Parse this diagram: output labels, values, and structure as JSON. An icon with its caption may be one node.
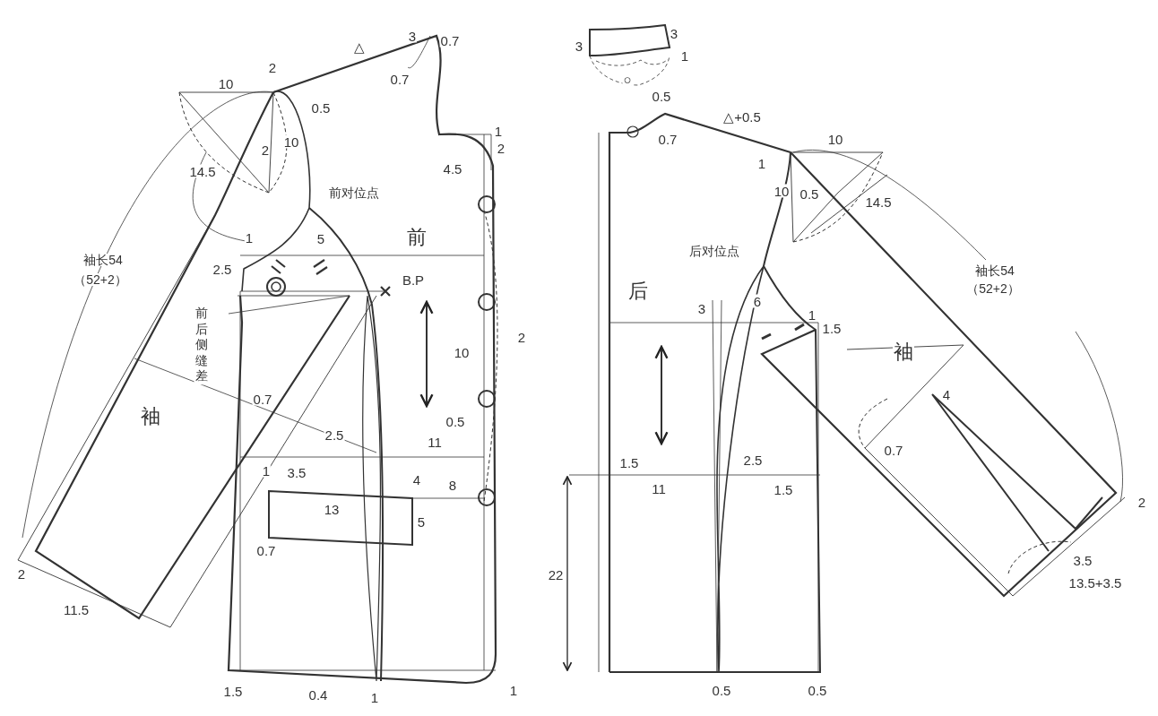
{
  "diagram": {
    "labels": [
      "3",
      "0.7",
      "△",
      "2",
      "10",
      "0.7",
      "0.5",
      "2",
      "10",
      "1",
      "2",
      "14.5",
      "4.5",
      "前对位点",
      "5",
      "前",
      "1",
      "袖长54",
      "（52+2）",
      "2.5",
      "B.P",
      "前后侧缝差",
      "2",
      "10",
      "0.7",
      "袖",
      "0.5",
      "2.5",
      "11",
      "1",
      "3.5",
      "4",
      "8",
      "13",
      "5",
      "0.7",
      "2",
      "11.5",
      "1.5",
      "0.4",
      "1",
      "1",
      "3",
      "3",
      "1",
      "○",
      "0.5",
      "△+0.5",
      "0.7",
      "10",
      "1",
      "10",
      "0.5",
      "14.5",
      "后对位点",
      "袖长54",
      "（52+2）",
      "后",
      "3",
      "6",
      "1",
      "1.5",
      "袖",
      "4",
      "0.7",
      "1.5",
      "2.5",
      "11",
      "1.5",
      "2",
      "3.5",
      "22",
      "13.5+3.5",
      "0.5",
      "0.5"
    ]
  }
}
